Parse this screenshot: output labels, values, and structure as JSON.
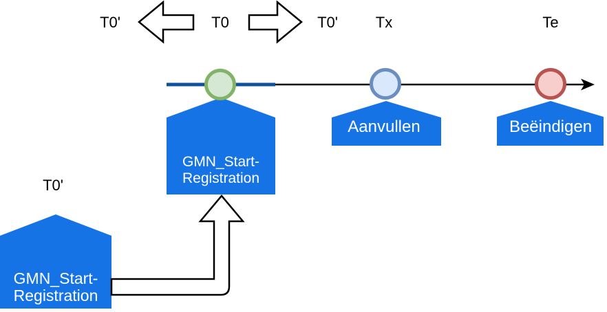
{
  "header": {
    "t0_prime_left": "T0'",
    "t0": "T0",
    "t0_prime_right": "T0'"
  },
  "timeline": {
    "tx": "Tx",
    "te": "Te"
  },
  "nodes": {
    "start_top": {
      "line1": "GMN_Start-",
      "line2": "Registration"
    },
    "aanvullen": {
      "label": "Aanvullen"
    },
    "beeindigen": {
      "label": "Beëindigen"
    },
    "start_bottom": {
      "t_label": "T0'",
      "line1": "GMN_Start-",
      "line2": "Registration"
    }
  },
  "colors": {
    "node_blue": "#1673E6",
    "timeline_dark_blue": "#10509B",
    "line_black": "#000000",
    "shape_outline": "#000000",
    "shape_fill_white": "#FFFFFF",
    "milestone_green_fill": "#D5E8D4",
    "milestone_green_stroke": "#82B366",
    "milestone_blue_fill": "#DAE8FC",
    "milestone_blue_stroke": "#6C8EBF",
    "milestone_red_fill": "#F8CECC",
    "milestone_red_stroke": "#B85450"
  }
}
